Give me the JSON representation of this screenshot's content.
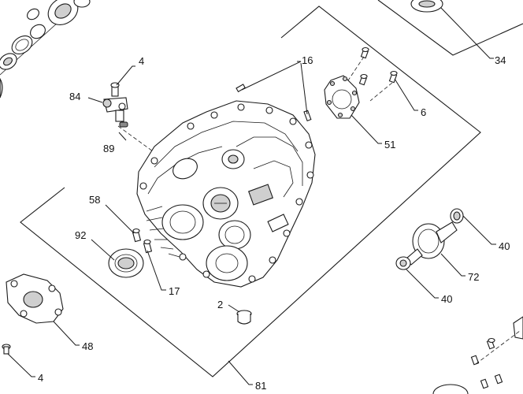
{
  "callouts": {
    "c34": "34",
    "c4_top": "4",
    "c16": "16",
    "c84": "84",
    "c6": "6",
    "c89": "89",
    "c51": "51",
    "c58": "58",
    "c92": "92",
    "c40_upper": "40",
    "c72": "72",
    "c17": "17",
    "c40_lower": "40",
    "c2": "2",
    "c48": "48",
    "c4_bottom": "4",
    "c81": "81"
  }
}
